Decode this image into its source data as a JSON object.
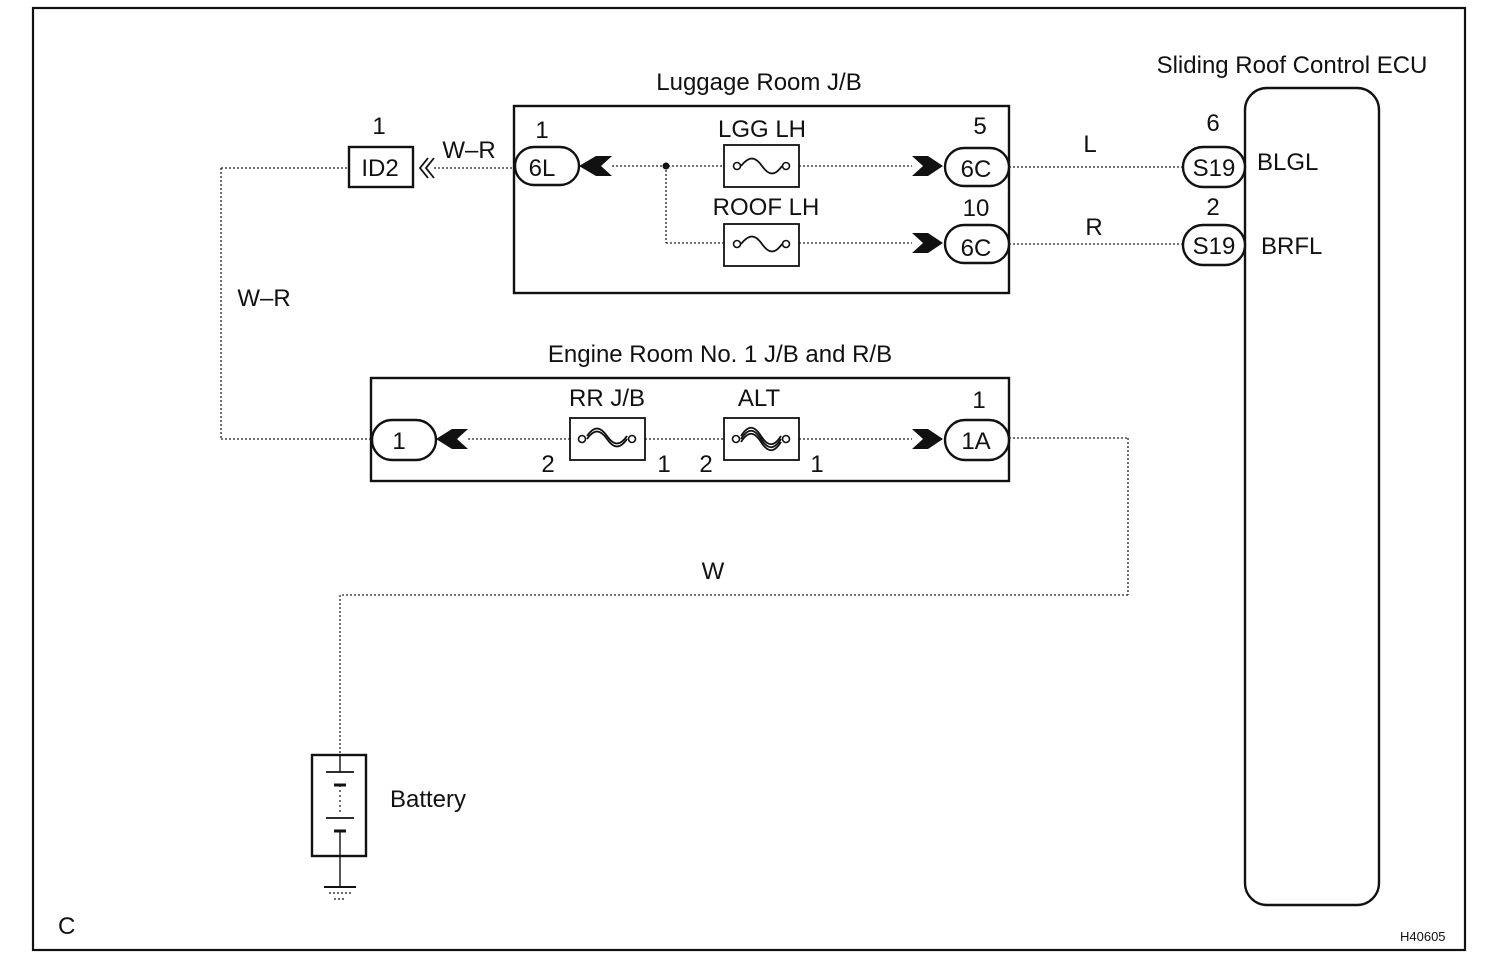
{
  "figure_code": "H40605",
  "corner_label": "C",
  "luggage_jb": {
    "title": "Luggage Room J/B",
    "left_connector": "6L",
    "left_pin": "1",
    "fuse_top": "LGG LH",
    "fuse_bottom": "ROOF LH",
    "right_connector_top": "6C",
    "right_pin_top": "5",
    "right_connector_bottom": "6C",
    "right_pin_bottom": "10"
  },
  "junction": {
    "name": "ID2",
    "pin": "1",
    "wire_label": "W–R"
  },
  "wire_left_vertical": "W–R",
  "engine_jb": {
    "title": "Engine Room No. 1 J/B and R/B",
    "left_connector": "1",
    "fuse_left": "RR J/B",
    "fuse_left_pin_left": "2",
    "fuse_left_pin_right": "1",
    "fuse_right": "ALT",
    "fuse_right_pin_left": "2",
    "fuse_right_pin_right": "1",
    "right_connector": "1A",
    "right_pin": "1"
  },
  "wire_bottom": "W",
  "battery_label": "Battery",
  "ecu": {
    "title": "Sliding Roof Control ECU",
    "connector_top": "S19",
    "pin_top": "6",
    "terminal_top": "BLGL",
    "wire_top": "L",
    "connector_bottom": "S19",
    "pin_bottom": "2",
    "terminal_bottom": "BRFL",
    "wire_bottom": "R"
  }
}
